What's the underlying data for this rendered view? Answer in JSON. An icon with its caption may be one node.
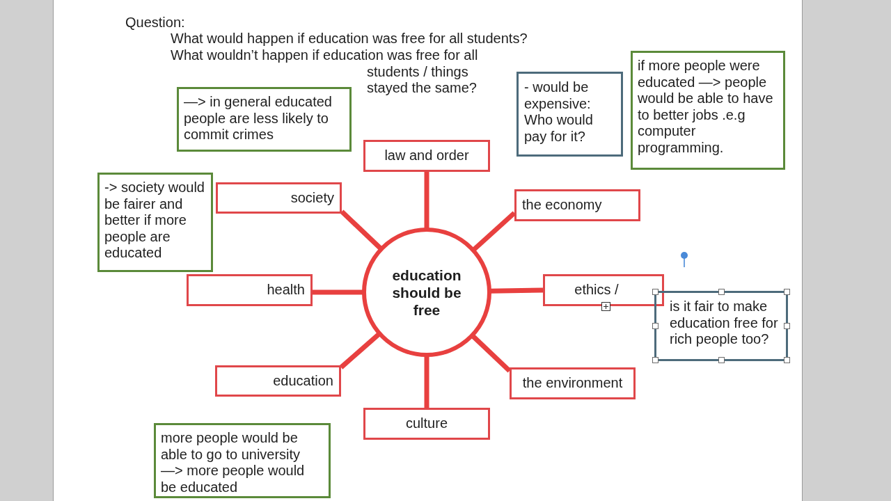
{
  "diagram": {
    "nodes": [
      {
        "text": [
          "education should be free"
        ]
      },
      {
        "text": [
          "law and order"
        ]
      },
      {
        "text": [
          "the economy"
        ]
      },
      {
        "text": [
          "ethics /"
        ]
      },
      {
        "text": [
          "the environment"
        ]
      },
      {
        "text": [
          "culture"
        ]
      },
      {
        "text": [
          "education"
        ]
      },
      {
        "text": [
          "health"
        ]
      },
      {
        "text": [
          "society"
        ]
      },
      {
        "text": [
          "—> in general educated people are less likely to commit crimes"
        ]
      },
      {
        "text": [
          "- would be expensive: Who would pay for it?"
        ]
      },
      {
        "text": [
          "if more people were educated —> people would be able to have to better jobs .e.g computer programming."
        ]
      },
      {
        "text": [
          "-> society would be fairer and better if more people are educated"
        ]
      },
      {
        "text": [
          "is it fair to make education free for rich people too?"
        ]
      },
      {
        "text": [
          "more people would be able to go to university —> more people would be educated"
        ]
      }
    ],
    "edges": [
      {
        "from": 0,
        "to": 1,
        "arrow": "none"
      },
      {
        "from": 0,
        "to": 2,
        "arrow": "none"
      },
      {
        "from": 0,
        "to": 3,
        "arrow": "none"
      },
      {
        "from": 0,
        "to": 4,
        "arrow": "none"
      },
      {
        "from": 0,
        "to": 5,
        "arrow": "none"
      },
      {
        "from": 0,
        "to": 6,
        "arrow": "none"
      },
      {
        "from": 0,
        "to": 7,
        "arrow": "none"
      },
      {
        "from": 0,
        "to": 8,
        "arrow": "none"
      }
    ],
    "labels": [
      "Question:",
      "What would happen if education was free for all students?",
      "What wouldn’t happen if education was free for all students / things stayed the same?"
    ]
  }
}
